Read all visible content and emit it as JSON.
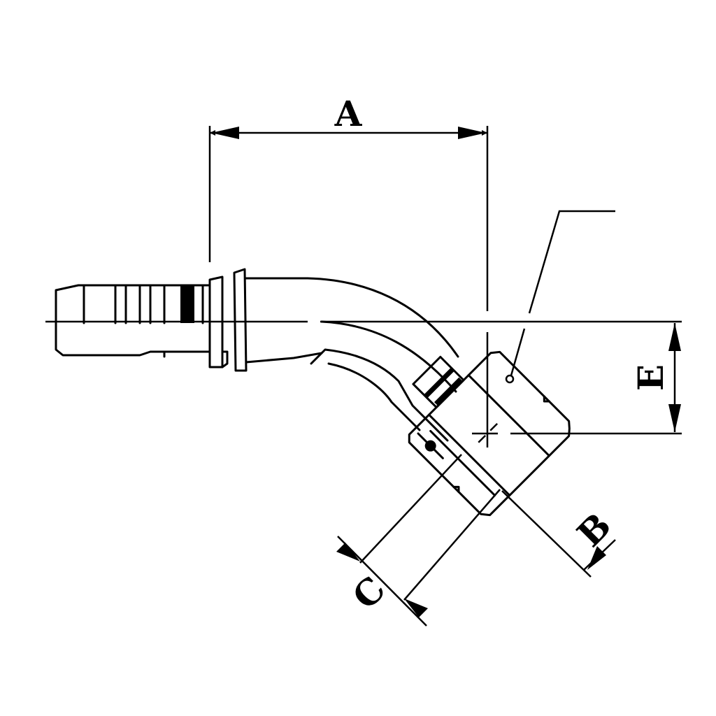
{
  "diagram": {
    "type": "45-degree hose fitting technical drawing",
    "dimension_labels": {
      "a": "A",
      "b": "B",
      "c": "C",
      "e": "E"
    },
    "colors": {
      "line": "#000000",
      "background": "#ffffff"
    }
  }
}
